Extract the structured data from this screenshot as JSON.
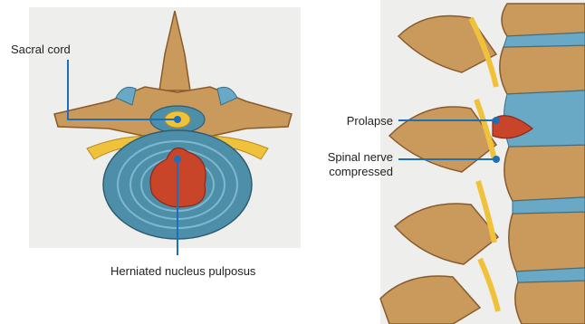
{
  "labels": {
    "sacral_cord": "Sacral cord",
    "herniated": "Herniated nucleus pulposus",
    "prolapse": "Prolapse",
    "spinal_nerve_line1": "Spinal nerve",
    "spinal_nerve_line2": "compressed"
  },
  "colors": {
    "panel_background": "#eeeeec",
    "bone": "#c99a5c",
    "bone_dark": "#8a5a2b",
    "disc_blue": "#4d8fa8",
    "nerve_yellow": "#f0c23c",
    "nucleus_red": "#c8452a",
    "leader_line": "#1d6fb8"
  }
}
